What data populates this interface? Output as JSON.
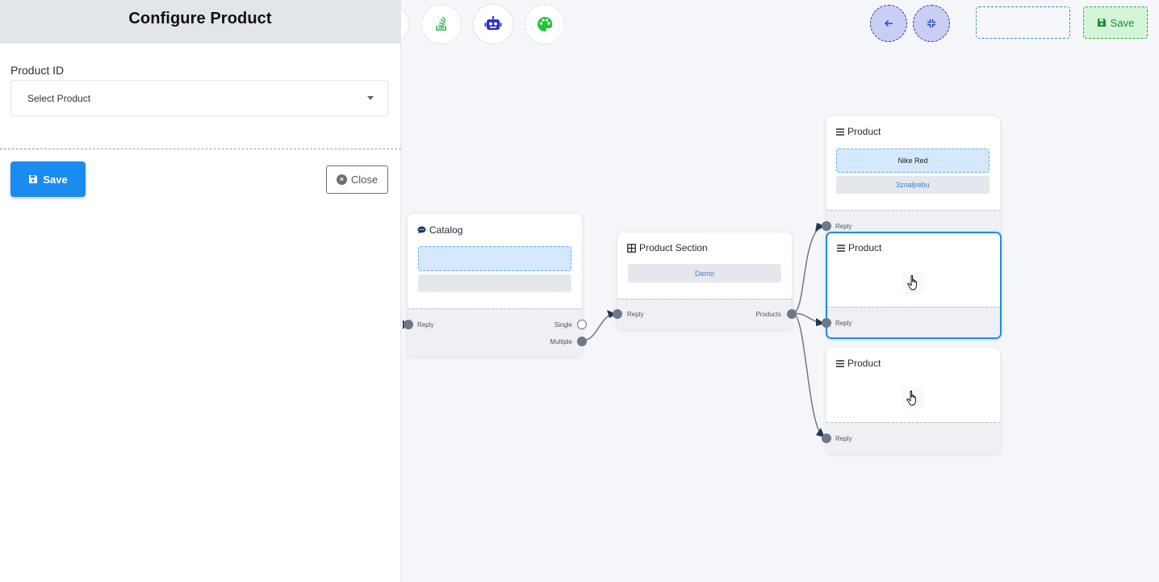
{
  "panel": {
    "title": "Configure Product",
    "product_id_label": "Product ID",
    "product_select_placeholder": "Select Product",
    "save_label": "Save",
    "close_label": "Close"
  },
  "toolbar": {
    "save_label": "Save",
    "tools": [
      "stack-overflow-icon",
      "robot-icon",
      "palette-icon"
    ],
    "nav": [
      "arrow-left-icon",
      "compress-icon"
    ]
  },
  "nodes": {
    "catalog": {
      "title": "Catalog",
      "reply": "Reply",
      "single": "Single",
      "multiple": "Multiple"
    },
    "product_section": {
      "title": "Product Section",
      "item": "Demo",
      "reply": "Reply",
      "products": "Products"
    },
    "product_1": {
      "title": "Product",
      "name": "Nike Red",
      "id": "3znaljrebu",
      "reply": "Reply"
    },
    "product_2": {
      "title": "Product",
      "reply": "Reply"
    },
    "product_3": {
      "title": "Product",
      "reply": "Reply"
    }
  },
  "colors": {
    "primary": "#1a8cf0",
    "save_green": "#1f8a33",
    "port": "#6f7887",
    "selected_border": "#1a8cf0"
  }
}
